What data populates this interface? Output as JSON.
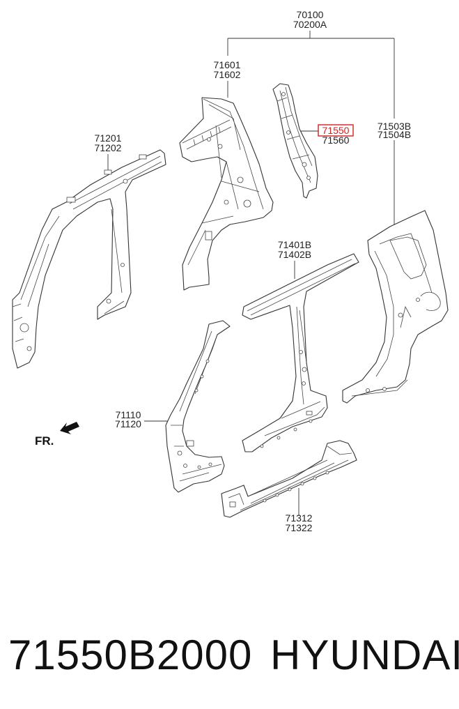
{
  "diagram": {
    "callouts": [
      {
        "id": "c70100",
        "lines": [
          "70100",
          "70200A"
        ]
      },
      {
        "id": "c71601",
        "lines": [
          "71601",
          "71602"
        ]
      },
      {
        "id": "c71550",
        "lines": [
          "71550",
          "71560"
        ],
        "highlighted": "71550"
      },
      {
        "id": "c71201",
        "lines": [
          "71201",
          "71202"
        ]
      },
      {
        "id": "c71503",
        "lines": [
          "71503B",
          "71504B"
        ]
      },
      {
        "id": "c71401",
        "lines": [
          "71401B",
          "71402B"
        ]
      },
      {
        "id": "c71110",
        "lines": [
          "71110",
          "71120"
        ]
      },
      {
        "id": "c71312",
        "lines": [
          "71312",
          "71322"
        ]
      }
    ],
    "front_marker": "FR.",
    "highlight_color": "#d62020"
  },
  "caption": {
    "part_number": "71550B2000",
    "brand": "HYUNDAI"
  }
}
